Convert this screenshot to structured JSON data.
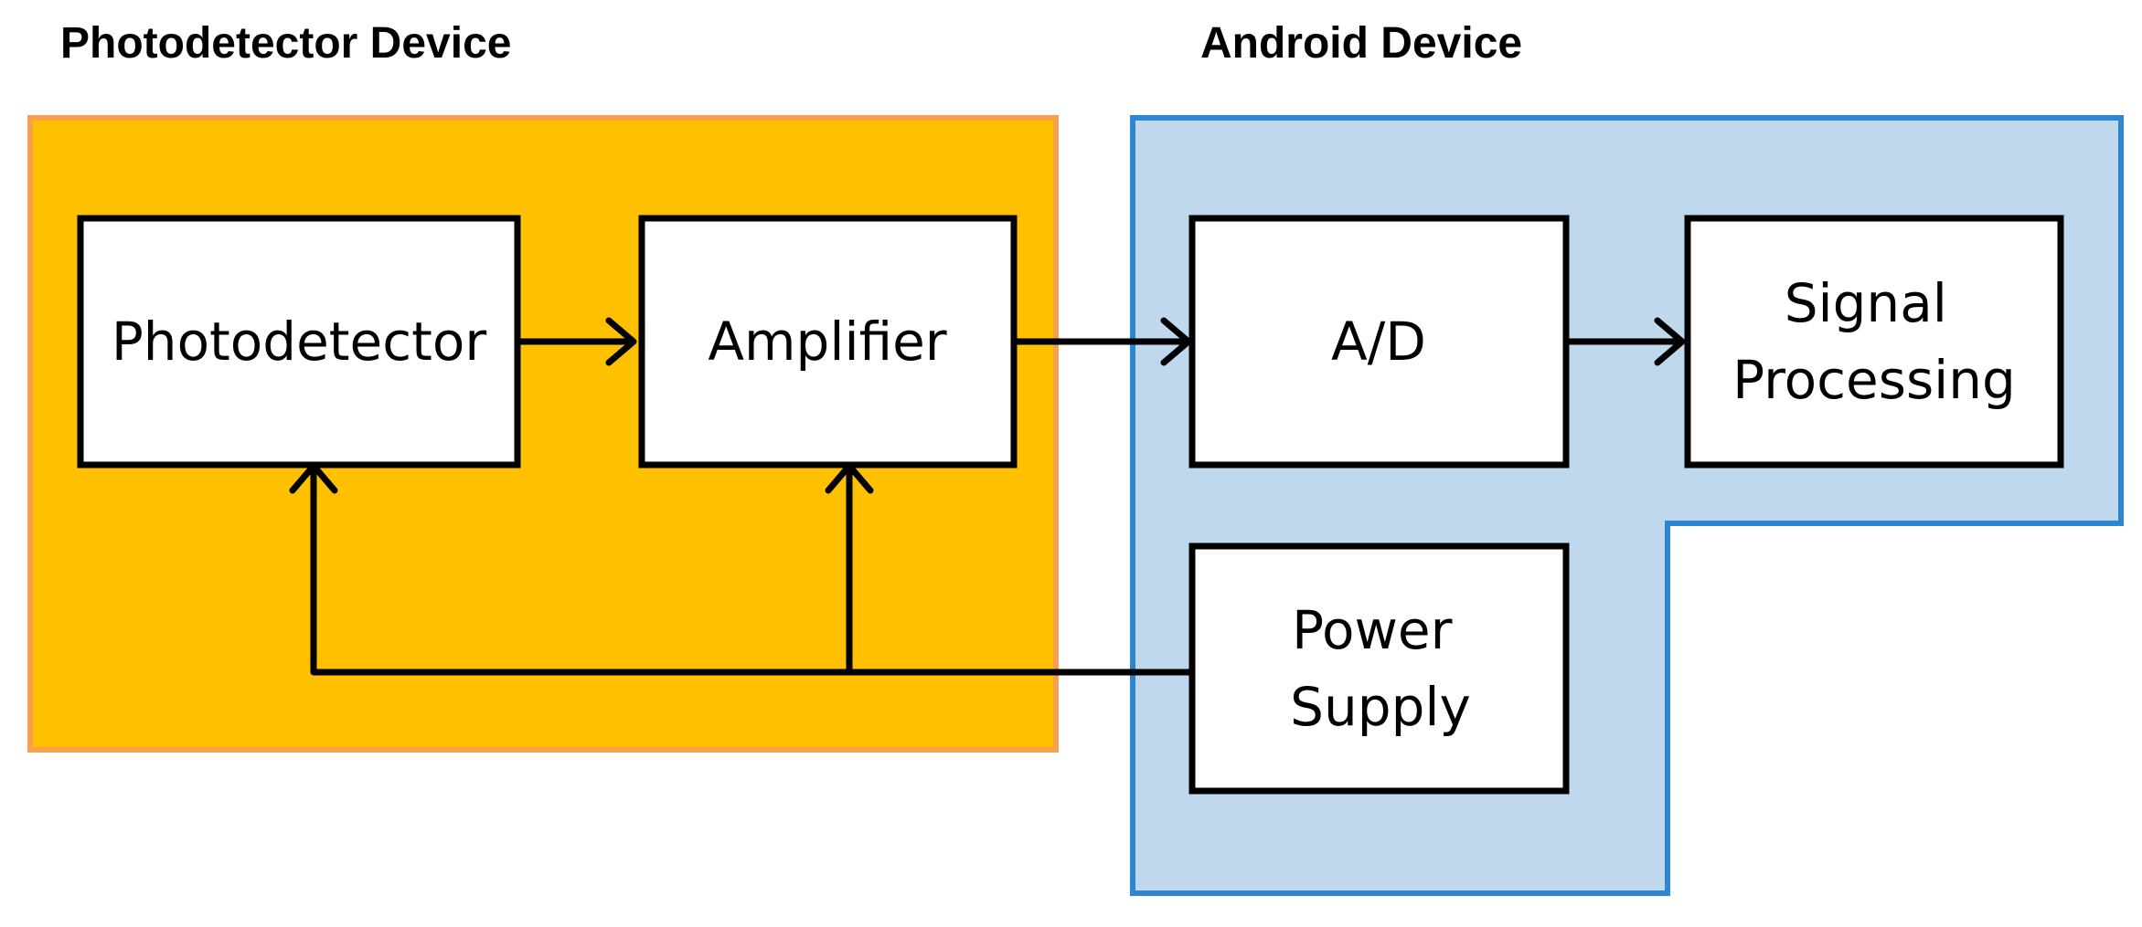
{
  "groups": {
    "photodetector_device": {
      "title": "Photodetector Device",
      "fill": "#ffc000",
      "stroke": "#f6a050"
    },
    "android_device": {
      "title": "Android Device",
      "fill": "#c0d8ee",
      "stroke": "#2e86d0"
    }
  },
  "nodes": {
    "photodetector": {
      "lines": [
        "Photodetector"
      ]
    },
    "amplifier": {
      "lines": [
        "Amplifier"
      ]
    },
    "ad": {
      "lines": [
        "A/D"
      ]
    },
    "signal_processing": {
      "lines": [
        "Signal",
        "Processing"
      ]
    },
    "power_supply": {
      "lines": [
        "Power",
        "Supply"
      ]
    }
  },
  "edges": [
    {
      "from": "photodetector",
      "to": "amplifier"
    },
    {
      "from": "amplifier",
      "to": "ad"
    },
    {
      "from": "ad",
      "to": "signal_processing"
    },
    {
      "from": "power_supply",
      "to": "photodetector"
    },
    {
      "from": "power_supply",
      "to": "amplifier"
    }
  ],
  "colors": {
    "box_fill": "#ffffff",
    "box_stroke": "#000000",
    "line": "#000000"
  }
}
